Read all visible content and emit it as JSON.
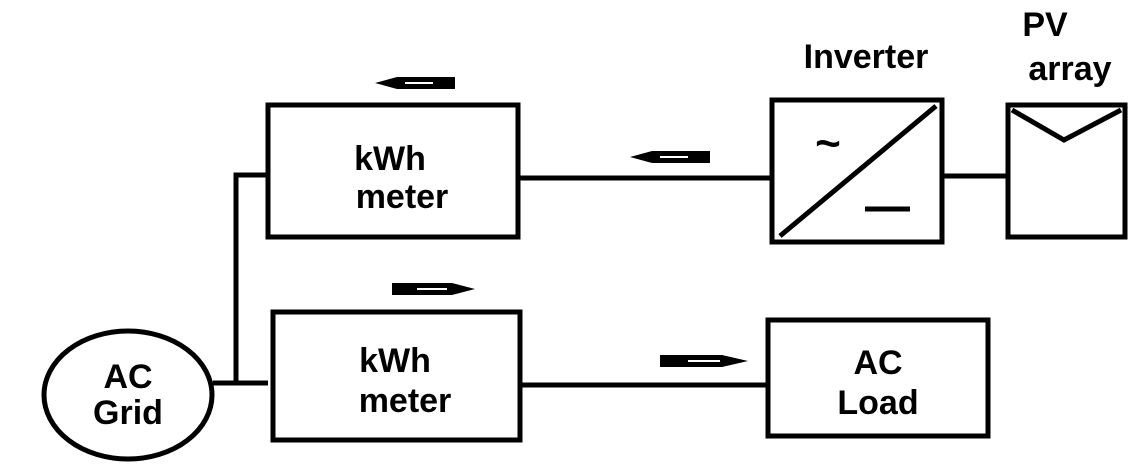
{
  "nodes": {
    "grid": {
      "line1": "AC",
      "line2": "Grid"
    },
    "meter_top": {
      "line1": "kWh",
      "line2": "meter"
    },
    "meter_bottom": {
      "line1": "kWh",
      "line2": "meter"
    },
    "inverter": {
      "label": "Inverter",
      "ac_symbol": "~"
    },
    "pv": {
      "line1": "PV",
      "line2": "array"
    },
    "load": {
      "line1": "AC",
      "line2": "Load"
    }
  },
  "colors": {
    "stroke": "#000000",
    "background": "#ffffff"
  }
}
